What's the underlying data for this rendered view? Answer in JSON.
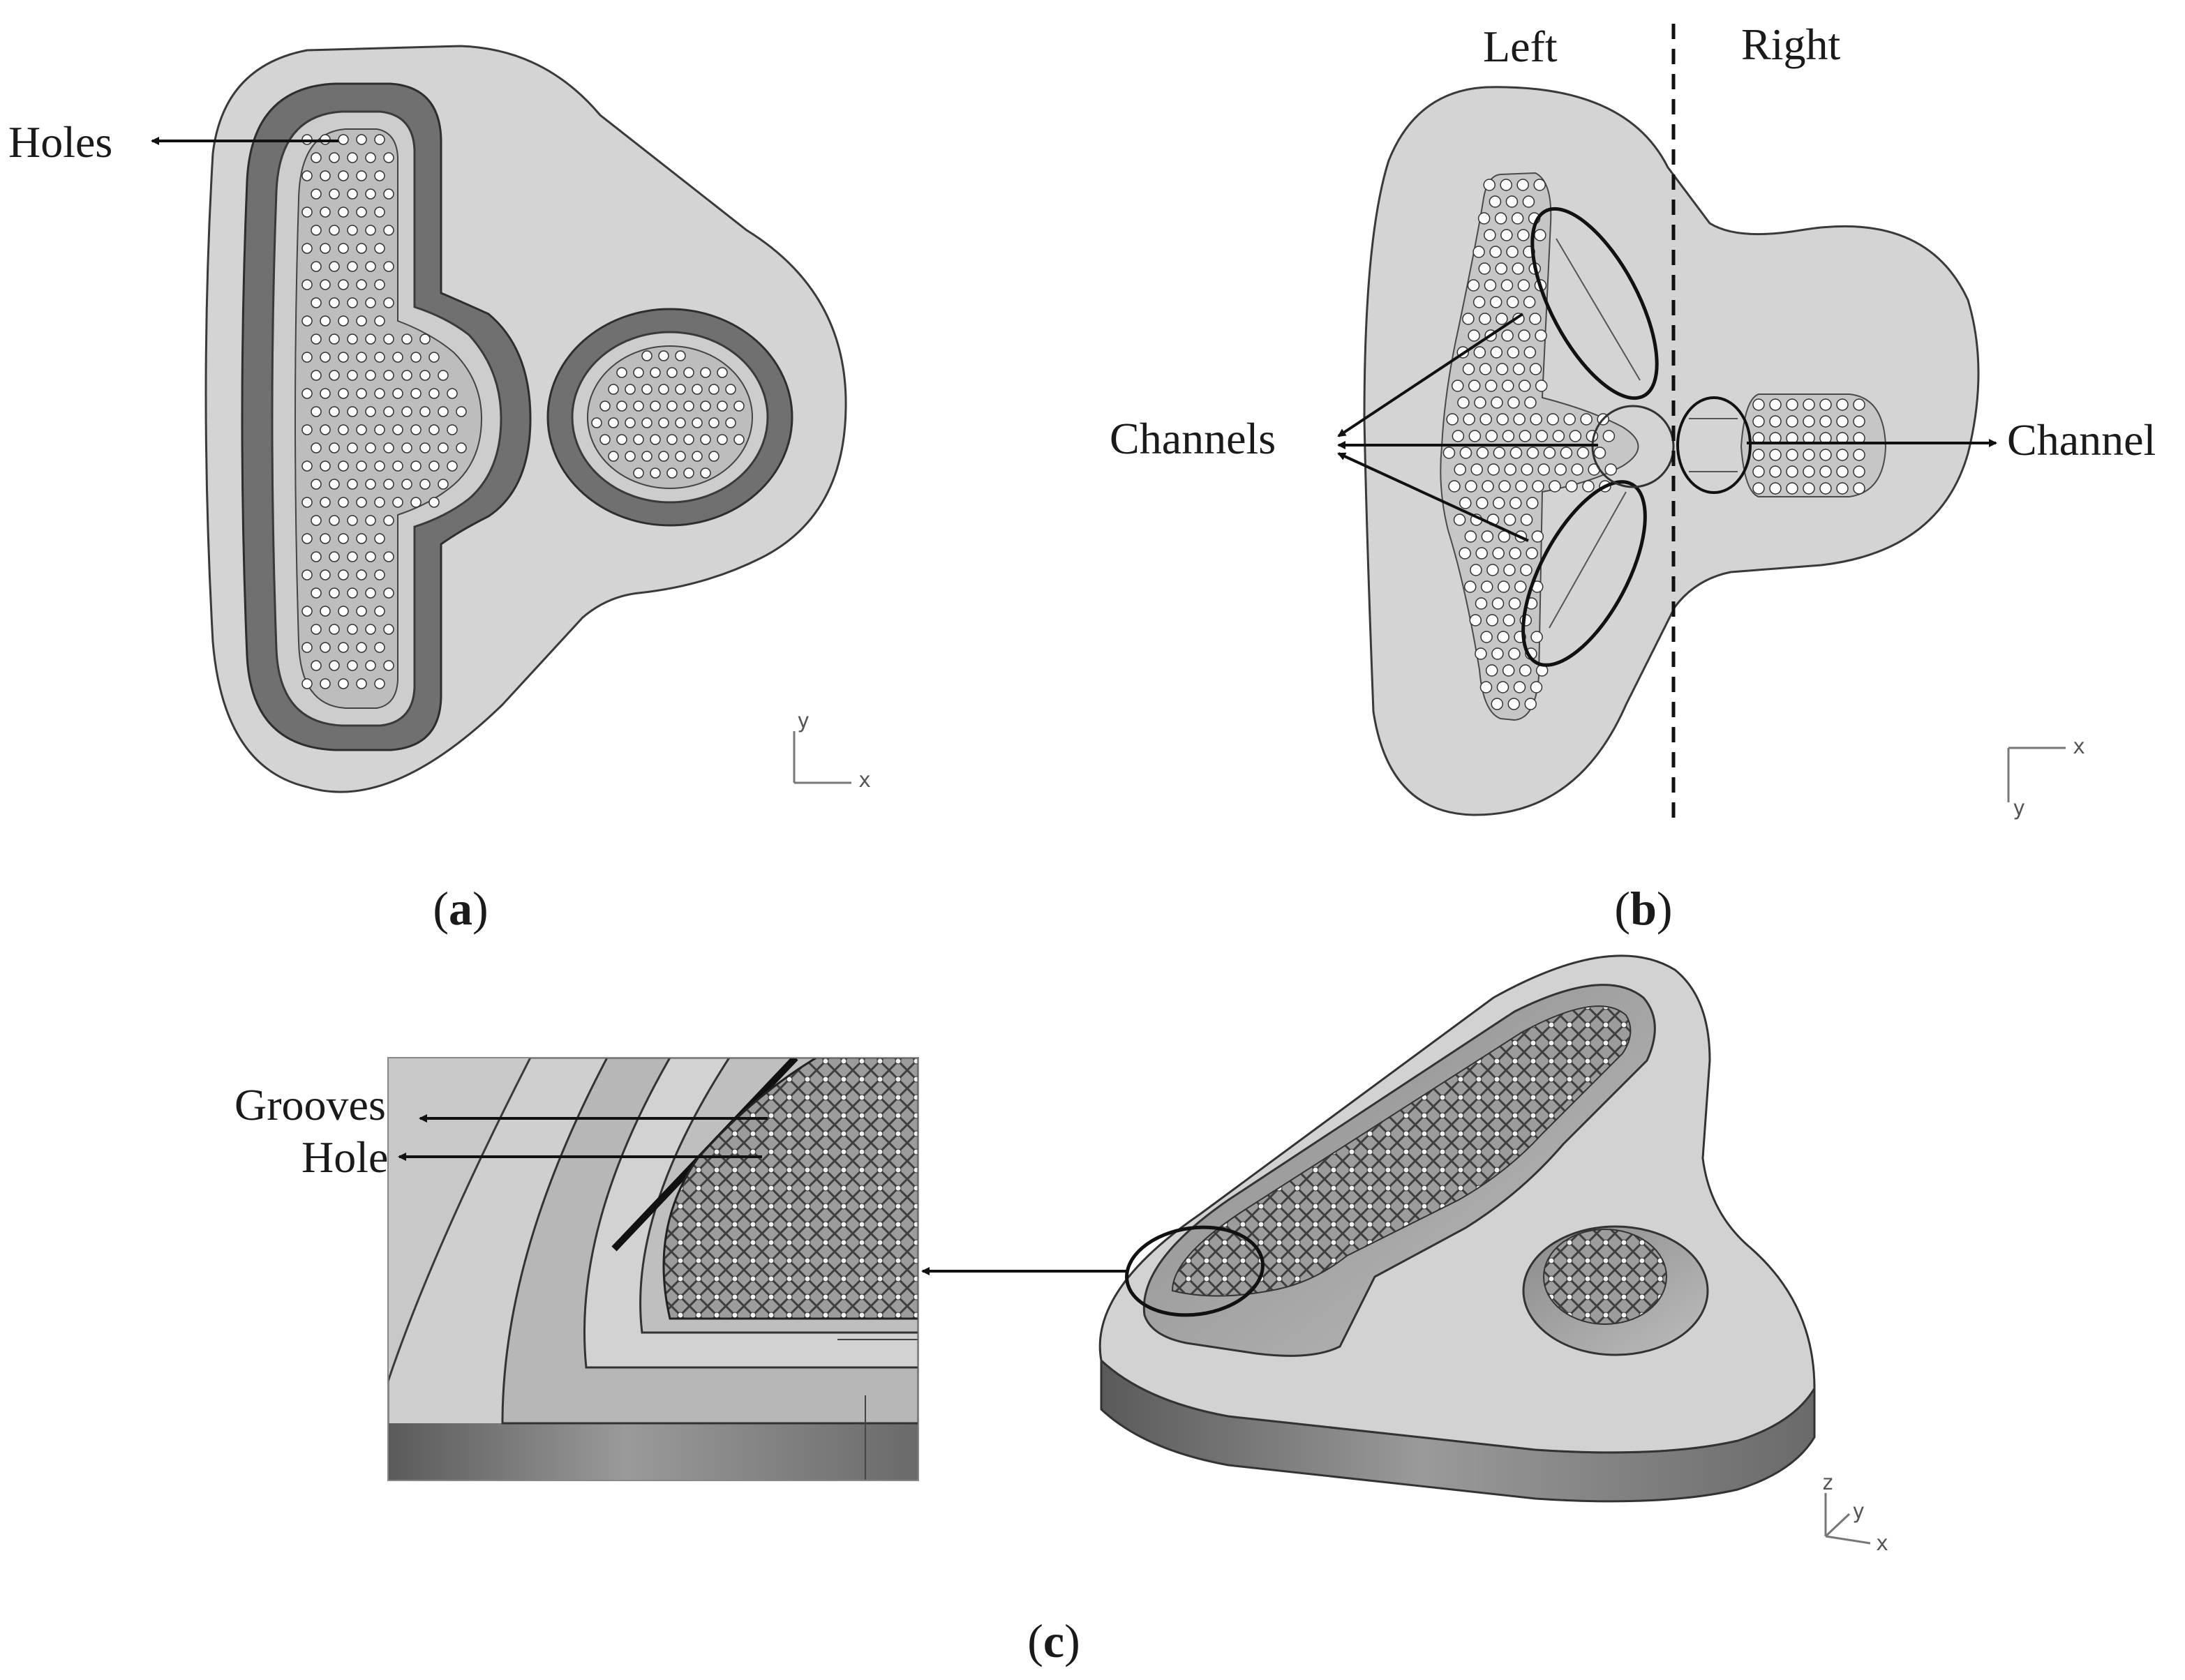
{
  "panels": {
    "a": {
      "caption_letter": "a",
      "labels": {
        "holes": "Holes"
      },
      "axes": {
        "y": "y",
        "x": "x"
      }
    },
    "b": {
      "caption_letter": "b",
      "labels": {
        "left": "Left",
        "right": "Right",
        "channels": "Channels",
        "channel": "Channel"
      },
      "axes": {
        "x": "x",
        "y": "y"
      }
    },
    "c": {
      "caption_letter": "c",
      "labels": {
        "grooves": "Grooves",
        "hole": "Hole"
      },
      "axes": {
        "z": "z",
        "y": "y",
        "x": "x"
      }
    }
  },
  "colors": {
    "body_fill": "#d4d4d4",
    "wall_dark": "#6e6e6e",
    "edge": "#3a3a3a",
    "hole_fill": "#ffffff",
    "text": "#1a1a1a"
  }
}
